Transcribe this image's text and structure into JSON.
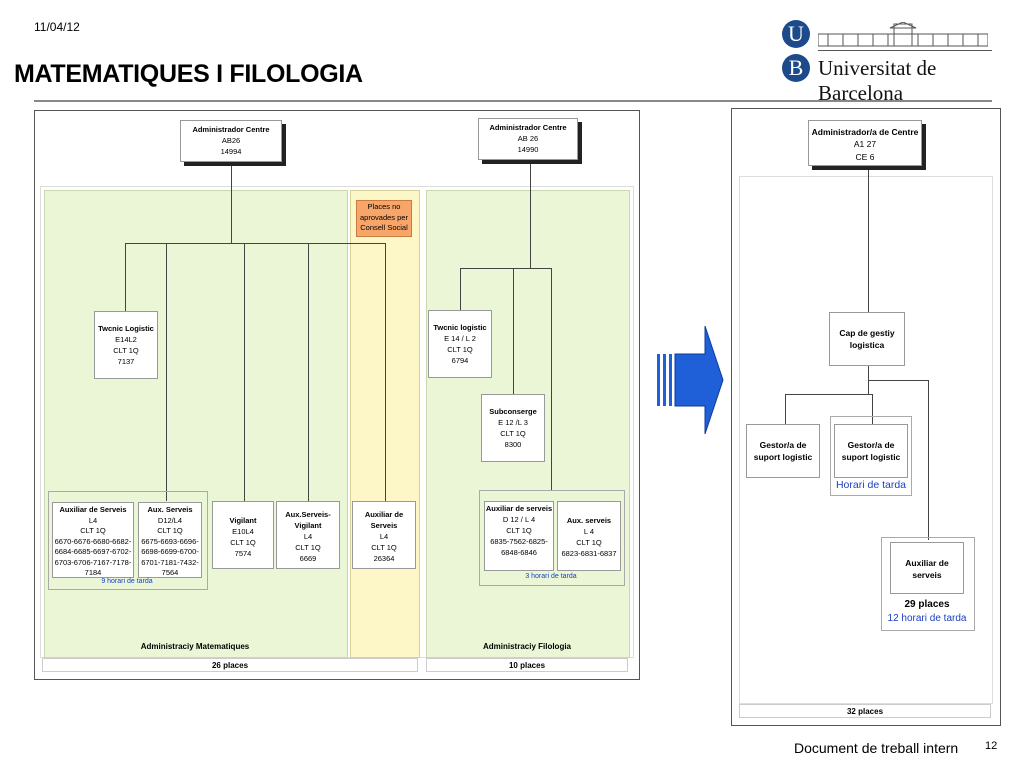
{
  "header": {
    "date": "11/04/12",
    "title": "MATEMATIQUES I FILOLOGIA",
    "university": "Universitat de Barcelona",
    "logo_u": "U",
    "logo_b": "B"
  },
  "left_chart": {
    "admin_math": {
      "title": "Administrador Centre",
      "l1": "AB26",
      "l2": "14994"
    },
    "admin_filo": {
      "title": "Administrador Centre",
      "l1": "AB 26",
      "l2": "14990"
    },
    "places_no": [
      "Places no",
      "aprovades per",
      "Consell Social"
    ],
    "tecnic_math": {
      "title": "Twcnic Logistic",
      "l1": "E14L2",
      "l2": "CLT 1Q",
      "l3": "7137"
    },
    "tecnic_filo": {
      "title": "Twcnic logistic",
      "l1": "E 14 / L 2",
      "l2": "CLT 1Q",
      "l3": "6794"
    },
    "subconserge": {
      "title": "Subconserge",
      "l1": "E 12 /L 3",
      "l2": "CLT 1Q",
      "l3": "8300"
    },
    "aux_serveis_math": {
      "title": "Auxiliar de Serveis",
      "lines": [
        "L4",
        "CLT 1Q",
        "6670-6676-6680-6682-",
        "6684-6685-6697-6702-",
        "6703-6706-7167-7178-",
        "7184"
      ]
    },
    "aux_serveis2_math": {
      "title": "Aux. Serveis",
      "lines": [
        "D12/L4",
        "CLT 1Q",
        "6675-6693-6696-",
        "6698-6699-6700-",
        "6701-7181-7432-",
        "7564"
      ]
    },
    "math_note": "9 horari de tarda",
    "vigilant": {
      "title": "Vigilant",
      "lines": [
        "E10L4",
        "CLT 1Q",
        "7574"
      ]
    },
    "aux_vigilant": {
      "title": "Aux.Serveis-Vigilant",
      "lines": [
        "L4",
        "CLT 1Q",
        "6669"
      ]
    },
    "aux_yellow": {
      "title": "Auxiliar de Serveis",
      "lines": [
        "L4",
        "CLT 1Q",
        "26364"
      ]
    },
    "aux_serveis_filo": {
      "title": "Auxiliar de serveis",
      "lines": [
        "D 12 / L 4",
        "CLT 1Q",
        "6835-7562-6825-",
        "6848-6846"
      ]
    },
    "aux_serveis2_filo": {
      "title": "Aux. serveis",
      "lines": [
        "L 4",
        "CLT 1Q",
        "6823-6831-6837"
      ]
    },
    "filo_note": "3 horari de tarda",
    "math_label": "Administraciy Matematiques",
    "filo_label": "Administraciy Filologia",
    "math_places": "26 places",
    "filo_places": "10 places"
  },
  "right_chart": {
    "admin": {
      "title": "Administrador/a de Centre",
      "l1": "A1 27",
      "l2": "CE 6"
    },
    "cap": [
      "Cap de gestiy",
      "logistica"
    ],
    "gestor1": [
      "Gestor/a de",
      "suport logistic"
    ],
    "gestor2": [
      "Gestor/a de",
      "suport logistic"
    ],
    "horari": "Horari de tarda",
    "aux": [
      "Auxiliar de",
      "serveis"
    ],
    "places": "29 places",
    "places_tarda": "12 horari de tarda",
    "total": "32 places"
  },
  "footer": {
    "doc": "Document de treball intern",
    "page": "12"
  },
  "colors": {
    "accent": "#1c4a8b",
    "arrow": "#1f5fd8",
    "green": "#eaf6d6",
    "yellow": "#fdf7c8",
    "orange": "#f8a56a"
  }
}
